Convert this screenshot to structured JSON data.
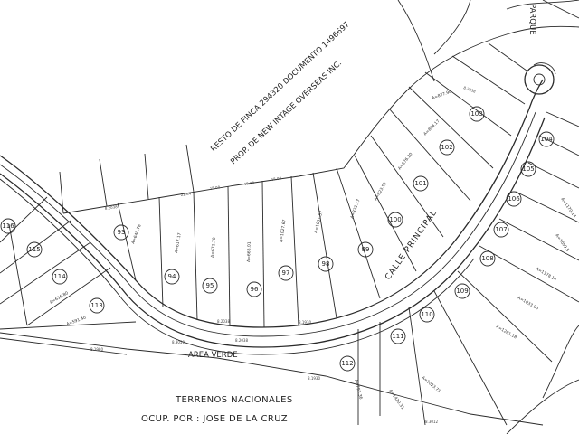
{
  "labels": {
    "terrenos": "TERRENOS NACIONALES",
    "ocupacion": "OCUP. POR : JOSE DE LA CRUZ",
    "area_verde": "AREA VERDE",
    "calle": "CALLE PRINCIPAL",
    "parque": "PARQUE",
    "resto_line1": "RESTO DE FINCA 294320 DOCUMENTO 1496697",
    "resto_line2": "PROP. DE NEW INTAGE OVERSEAS INC."
  },
  "lots": [
    {
      "n": "93"
    },
    {
      "n": "94"
    },
    {
      "n": "95"
    },
    {
      "n": "96"
    },
    {
      "n": "97"
    },
    {
      "n": "98"
    },
    {
      "n": "99"
    },
    {
      "n": "100"
    },
    {
      "n": "101"
    },
    {
      "n": "102"
    },
    {
      "n": "103"
    },
    {
      "n": "104"
    },
    {
      "n": "105"
    },
    {
      "n": "106"
    },
    {
      "n": "107"
    },
    {
      "n": "108"
    },
    {
      "n": "109"
    },
    {
      "n": "110"
    },
    {
      "n": "111"
    },
    {
      "n": "112"
    },
    {
      "n": "113"
    },
    {
      "n": "114"
    },
    {
      "n": "115"
    },
    {
      "n": "116"
    }
  ],
  "areas": [
    "A=640.78",
    "A=617.17",
    "A=671.70",
    "A=668.01",
    "A=1027.67",
    "A=1031.57",
    "A=821.17",
    "A=823.52",
    "A=876.20",
    "A=804.17",
    "A=877.98",
    "A=1178.14",
    "A=1033.80",
    "A=1281.18",
    "A=1023.71",
    "A=1420.31",
    "A=793.36",
    "A=1170.14",
    "A=1099.5",
    "A=616.80",
    "A=591.40"
  ]
}
